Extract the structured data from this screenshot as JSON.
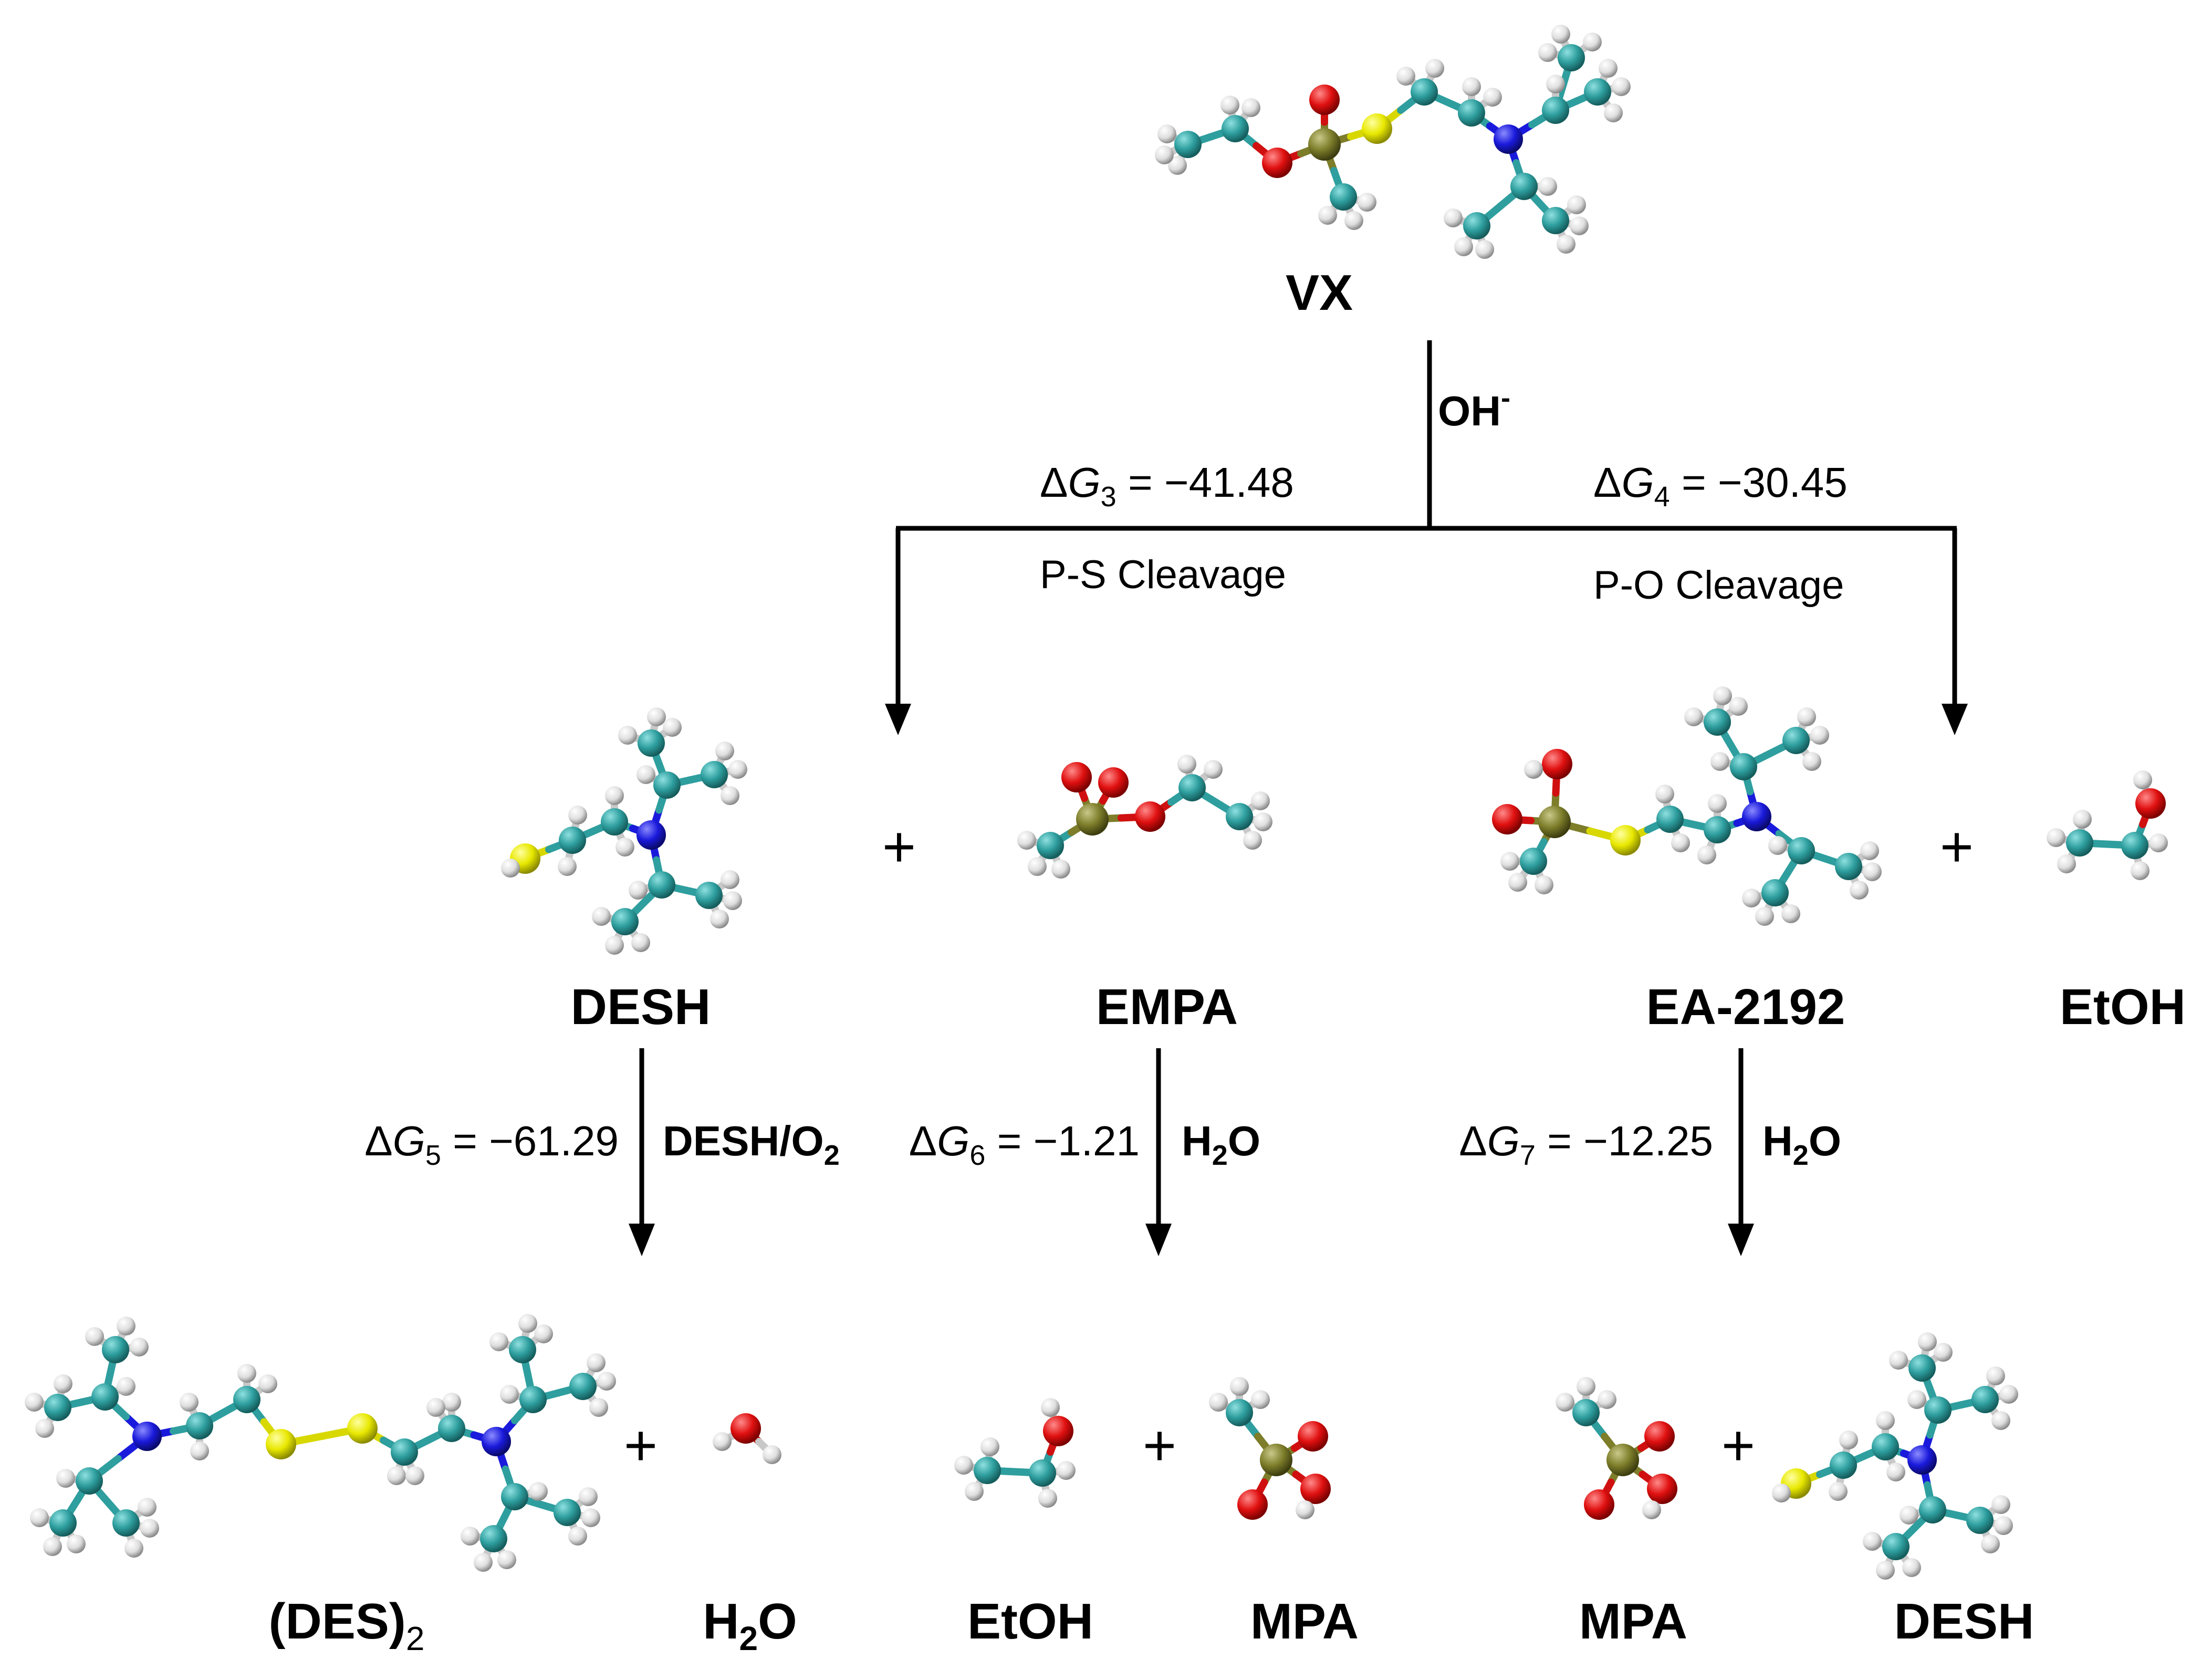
{
  "colors": {
    "carbon": "#2e9e9e",
    "hydrogen": "#ececec",
    "oxygen": "#e01010",
    "sulfur": "#e8e800",
    "phosphorus": "#8a8a2a",
    "nitrogen": "#1a1adc"
  },
  "molecules": {
    "vx": "VX",
    "desh": "DESH",
    "empa": "EMPA",
    "ea2192": "EA-2192",
    "etoh": "EtOH",
    "des2_main": "(DES)",
    "des2_sub": "2",
    "h2o_a": "H",
    "h2o_sub": "2",
    "h2o_b": "O",
    "etoh2": "EtOH",
    "mpa": "MPA",
    "mpa2": "MPA",
    "desh2": "DESH"
  },
  "reactions": {
    "oh": {
      "main": "OH",
      "sup": "-"
    },
    "dg3": {
      "delta": "Δ",
      "G": "G",
      "sub": "3",
      "value": " = −41.48"
    },
    "dg4": {
      "delta": "Δ",
      "G": "G",
      "sub": "4",
      "value": " = −30.45"
    },
    "ps_cleavage": "P-S Cleavage",
    "po_cleavage": "P-O Cleavage",
    "dg5": {
      "delta": "Δ",
      "G": "G",
      "sub": "5",
      "value": " = −61.29"
    },
    "dg6": {
      "delta": "Δ",
      "G": "G",
      "sub": "6",
      "value": " = −1.21"
    },
    "dg7": {
      "delta": "Δ",
      "G": "G",
      "sub": "7",
      "value": " = −12.25"
    },
    "desh_o2": {
      "a": "DESH/O",
      "sub": "2"
    },
    "h2o_cond6": {
      "a": "H",
      "sub": "2",
      "b": "O"
    },
    "h2o_cond7": {
      "a": "H",
      "sub": "2",
      "b": "O"
    },
    "plus": "+"
  }
}
